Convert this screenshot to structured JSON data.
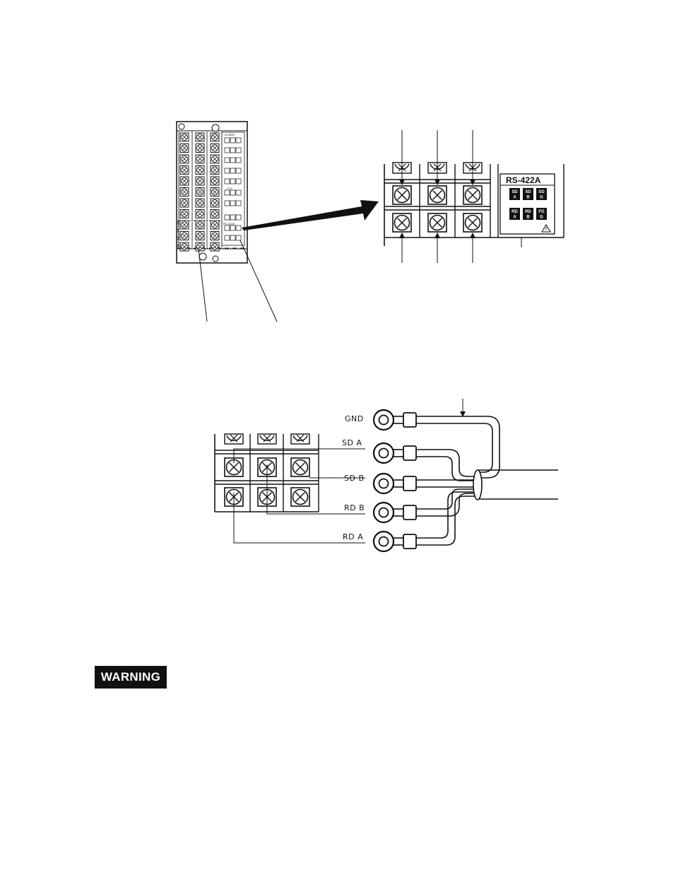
{
  "figure_top": {
    "panel": {
      "labels": [
        "ALARM",
        "P.A.",
        "RS-422A"
      ]
    },
    "zoom": {
      "title": "RS-422A",
      "signals_row1": [
        {
          "top": "SD",
          "bottom": "A"
        },
        {
          "top": "SD",
          "bottom": "B"
        },
        {
          "top": "SG",
          "bottom": "G"
        }
      ],
      "signals_row2": [
        {
          "top": "RD",
          "bottom": "A"
        },
        {
          "top": "RD",
          "bottom": "B"
        },
        {
          "top": "FG",
          "bottom": "G"
        }
      ]
    }
  },
  "figure_bottom": {
    "wires": [
      "GND",
      "SD  A",
      "SD  B",
      "RD  B",
      "RD  A"
    ]
  },
  "warning": {
    "label": "WARNING"
  },
  "colors": {
    "ink": "#111111",
    "paper": "#ffffff",
    "warning_bg": "#111111",
    "warning_text": "#ffffff"
  }
}
